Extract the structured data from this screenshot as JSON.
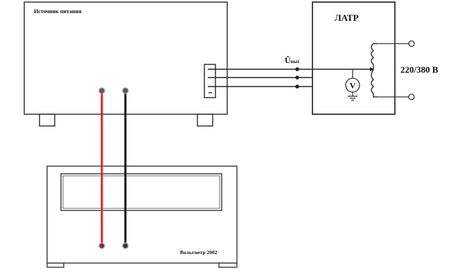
{
  "power_source": {
    "label": "Источник питания"
  },
  "latr": {
    "label": "ЛАТР",
    "supply_label": "220/380 В"
  },
  "output_voltage": {
    "symbol": "Ũ",
    "subscript": "вых"
  },
  "voltmeter_symbol": {
    "label": "V"
  },
  "voltmeter_2002": {
    "label": "Вольтметр 2002"
  },
  "colors": {
    "positive_wire": "#e02020",
    "negative_wire": "#111111",
    "outline": "#333333"
  }
}
